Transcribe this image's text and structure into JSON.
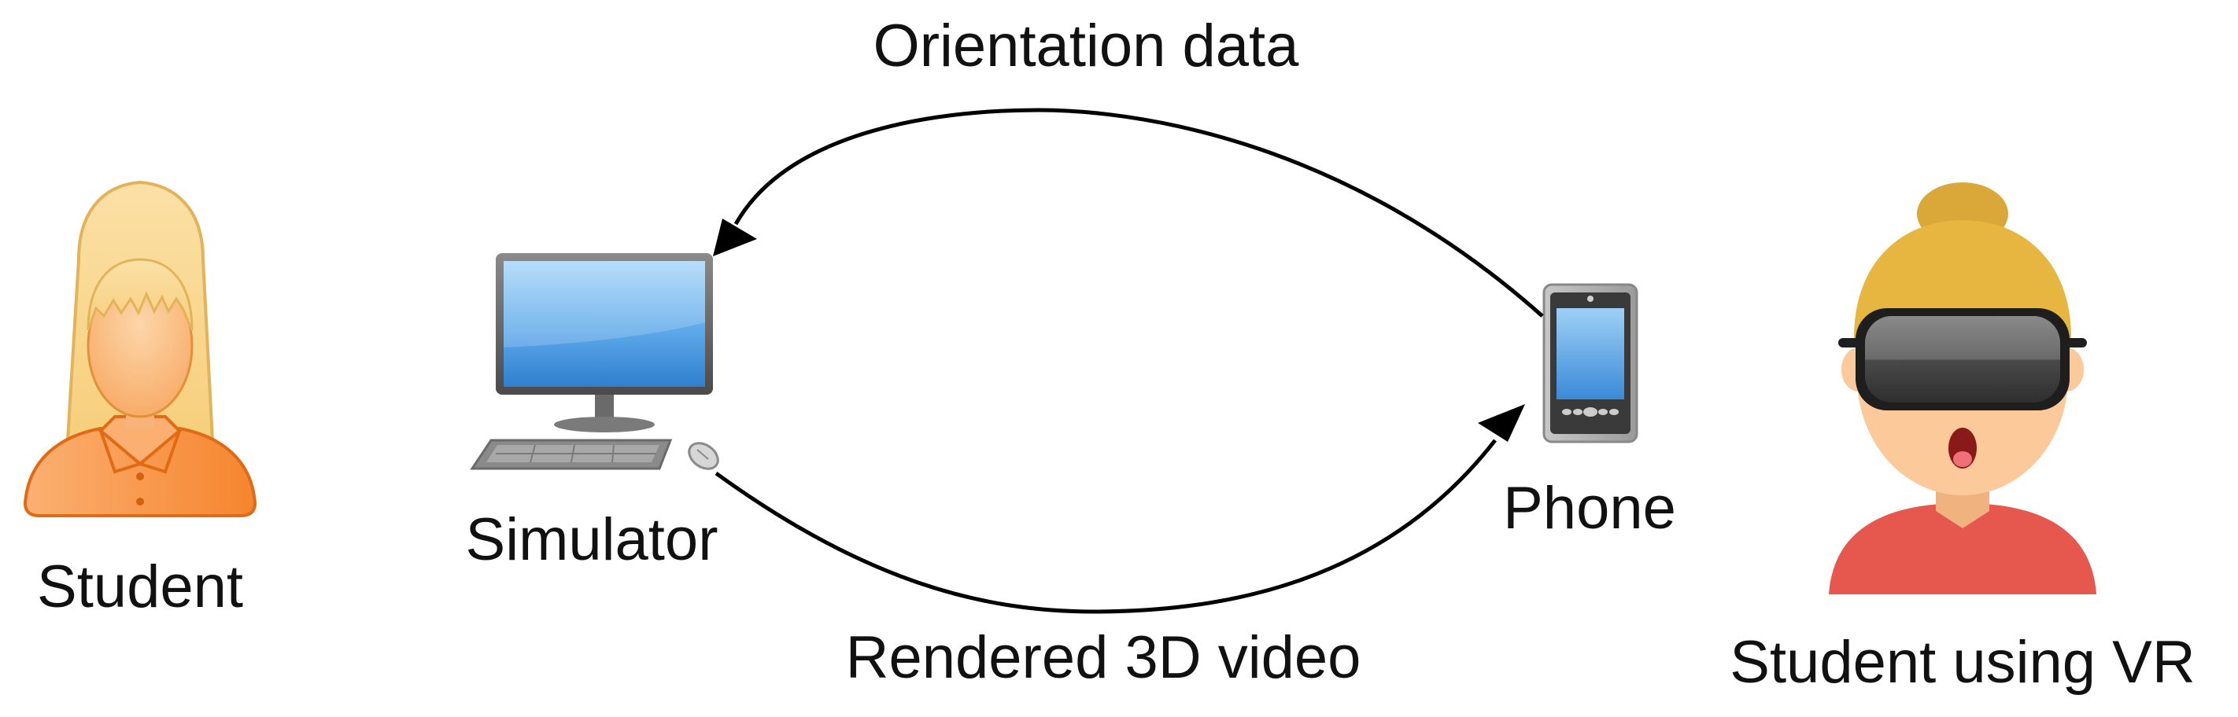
{
  "nodes": {
    "student": {
      "label": "Student",
      "icon": "student-avatar-icon"
    },
    "simulator": {
      "label": "Simulator",
      "icon": "desktop-computer-icon"
    },
    "phone": {
      "label": "Phone",
      "icon": "smartphone-icon"
    },
    "student_vr": {
      "label": "Student using VR",
      "icon": "student-vr-headset-icon"
    }
  },
  "edges": {
    "orientation": {
      "label": "Orientation data",
      "from": "Phone",
      "to": "Simulator"
    },
    "video": {
      "label": "Rendered 3D video",
      "from": "Simulator",
      "to": "Phone"
    }
  },
  "colors": {
    "student_body": "#f89a4a",
    "student_hair": "#f8d888",
    "monitor_screen": "#4a9ae0",
    "vr_hair": "#e6b640",
    "vr_shirt": "#e6574e",
    "vr_skin": "#fbc99a",
    "headset": "#3a3a3a",
    "arrow": "#000000"
  }
}
